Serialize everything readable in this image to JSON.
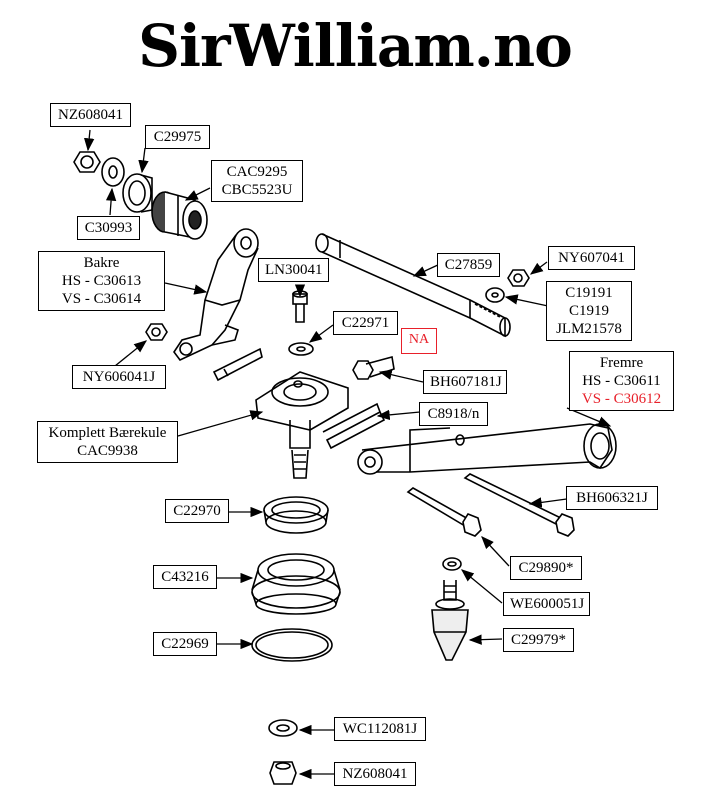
{
  "site_title": "SirWilliam.no",
  "labels": {
    "nz608041_top": "NZ608041",
    "c29975": "C29975",
    "cac9295": "CAC9295",
    "cbc5523u": "CBC5523U",
    "c30993": "C30993",
    "bakre_title": "Bakre",
    "bakre_hs": "HS - C30613",
    "bakre_vs": "VS - C30614",
    "ln30041": "LN30041",
    "c27859": "C27859",
    "ny607041": "NY607041",
    "c19191": "C19191",
    "c1919": "C1919",
    "jlm21578": "JLM21578",
    "c22971": "C22971",
    "na": "NA",
    "ny606041j": "NY606041J",
    "bh607181j": "BH607181J",
    "fremre_title": "Fremre",
    "fremre_hs": "HS - C30611",
    "fremre_vs": "VS - C30612",
    "c8918n": "C8918/n",
    "komplett_title": "Komplett Bærekule",
    "cac9938": "CAC9938",
    "c22970": "C22970",
    "bh606321j": "BH606321J",
    "c29890": "C29890*",
    "c43216": "C43216",
    "we600051j": "WE600051J",
    "c22969": "C22969",
    "c29979": "C29979*",
    "wc112081j": "WC112081J",
    "nz608041_bottom": "NZ608041"
  },
  "colors": {
    "highlight": "#e8202a",
    "ink": "#000000"
  }
}
